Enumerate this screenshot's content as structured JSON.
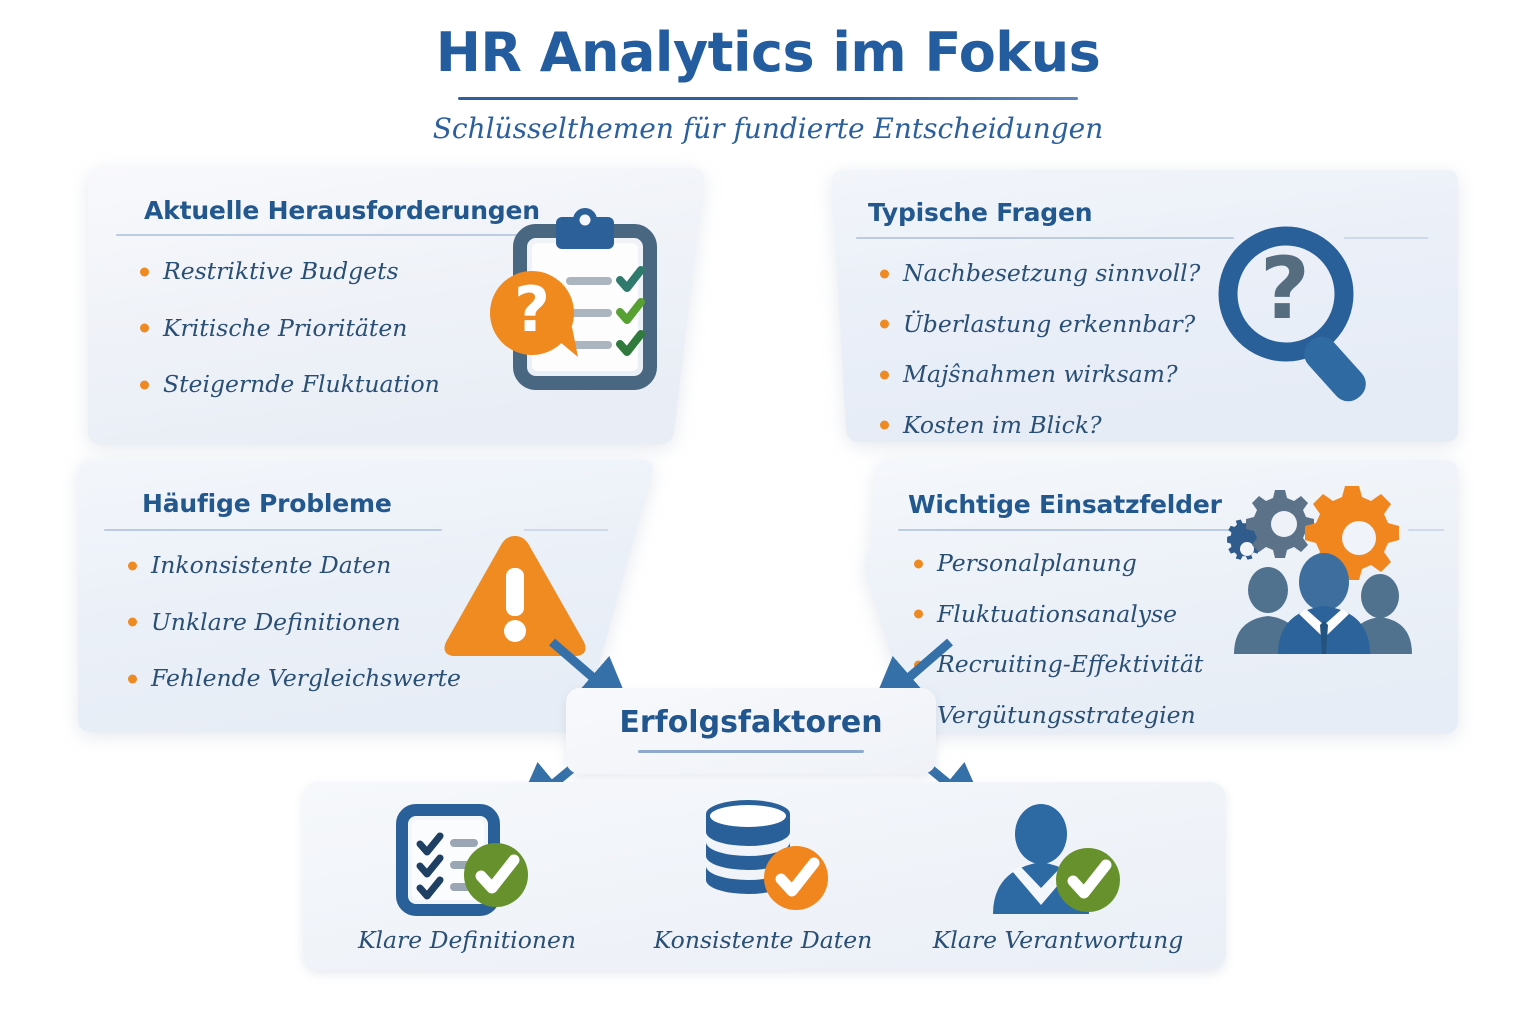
{
  "header": {
    "title": "HR Analytics im Fokus",
    "subtitle": "Schlüsselthemen für fundierte Entscheidungen"
  },
  "colors": {
    "brand_blue": "#245d9f",
    "text_blue": "#2a4f74",
    "heading_blue": "#23588f",
    "accent_orange": "#ef8921",
    "check_green": "#67912c",
    "slate": "#4a6781",
    "divider": "#aabdd8",
    "card_bg": "#eef2f8",
    "page_bg": "#ffffff"
  },
  "cards": [
    {
      "id": "challenges",
      "title": "Aktuelle Herausforderungen",
      "icon": "clipboard-question-icon",
      "items": [
        "Restriktive Budgets",
        "Kritische Prioritäten",
        "Steigernde Fluktuation"
      ]
    },
    {
      "id": "questions",
      "title": "Typische Fragen",
      "icon": "magnifier-question-icon",
      "items": [
        "Nachbesetzung sinnvoll?",
        "Überlastung erkennbar?",
        "Majŝnahmen wirksam?",
        "Kosten im Blick?"
      ]
    },
    {
      "id": "problems",
      "title": "Häufige Probleme",
      "icon": "warning-triangle-icon",
      "items": [
        "Inkonsistente Daten",
        "Unklare Definitionen",
        "Fehlende Vergleichswerte"
      ]
    },
    {
      "id": "fields",
      "title": "Wichtige Einsatzfelder",
      "icon": "team-gears-icon",
      "items": [
        "Personalplanung",
        "Fluktuationsanalyse",
        "Recruiting-Effektivität",
        "Vergütungsstrategien"
      ]
    }
  ],
  "center": {
    "label": "Erfolgsfaktoren"
  },
  "success_factors": [
    {
      "label": "Klare Definitionen",
      "icon": "checklist-check-icon",
      "badge_color": "#67912c"
    },
    {
      "label": "Konsistente Daten",
      "icon": "database-check-icon",
      "badge_color": "#ef8921"
    },
    {
      "label": "Klare Verantwortung",
      "icon": "person-check-icon",
      "badge_color": "#67912c"
    }
  ]
}
